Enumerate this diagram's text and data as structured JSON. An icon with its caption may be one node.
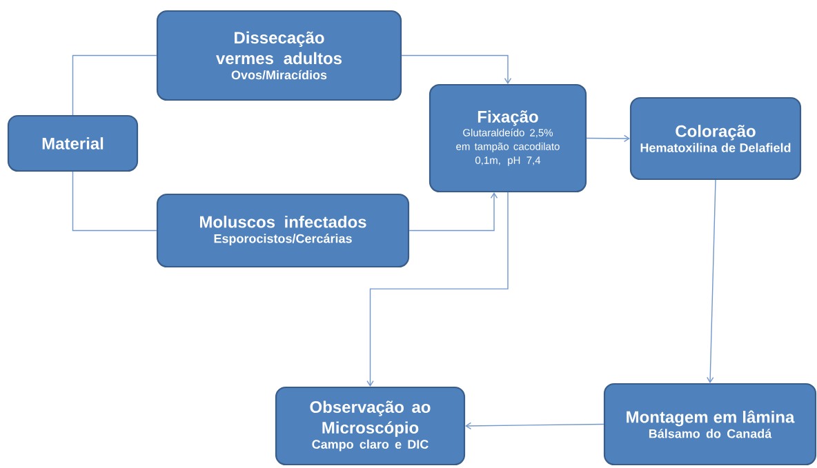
{
  "diagram": {
    "nodes": [
      {
        "text": [
          "Material"
        ]
      },
      {
        "text": [
          "Dissecação vermes adultos",
          "Ovos/Miracídios"
        ]
      },
      {
        "text": [
          "Moluscos infectados",
          "Esporocistos/Cercárias"
        ]
      },
      {
        "text": [
          "Fixação",
          "Glutaraldeído 2,5% em tampão cacodilato 0,1m, pH 7,4"
        ]
      },
      {
        "text": [
          "Coloração",
          "Hematoxilina de Delafield"
        ]
      },
      {
        "text": [
          "Observação ao Microscópio",
          "Campo claro e DIC"
        ]
      },
      {
        "text": [
          "Montagem em lâmina",
          "Bálsamo do Canadá"
        ]
      }
    ],
    "edges": [
      {
        "from": 0,
        "to": 1,
        "arrow": "none"
      },
      {
        "from": 0,
        "to": 2,
        "arrow": "none"
      },
      {
        "from": 1,
        "to": 3,
        "arrow": "to"
      },
      {
        "from": 2,
        "to": 3,
        "arrow": "to"
      },
      {
        "from": 3,
        "to": 4,
        "arrow": "to"
      },
      {
        "from": 3,
        "to": 5,
        "arrow": "to"
      },
      {
        "from": 4,
        "to": 6,
        "arrow": "to"
      },
      {
        "from": 6,
        "to": 5,
        "arrow": "to"
      }
    ]
  }
}
